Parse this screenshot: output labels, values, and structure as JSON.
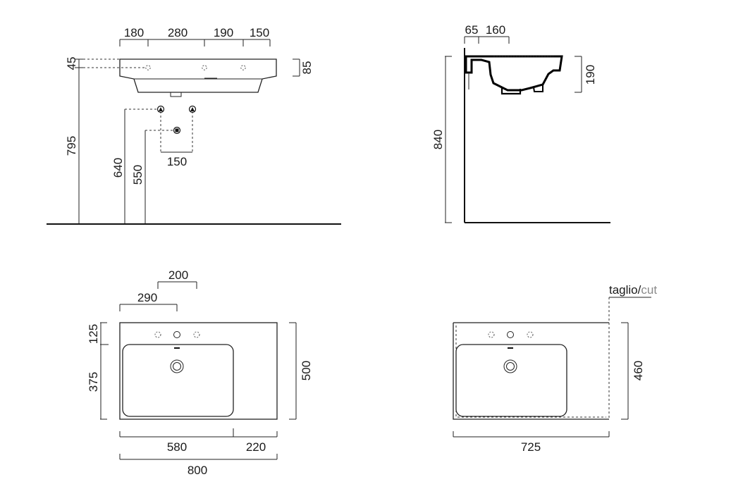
{
  "front_view": {
    "top_dims": [
      "180",
      "280",
      "190",
      "150"
    ],
    "dim_45": "45",
    "dim_85": "85",
    "dim_795": "795",
    "dim_640": "640",
    "dim_550": "550",
    "dim_150": "150"
  },
  "side_view": {
    "dim_65": "65",
    "dim_160": "160",
    "dim_190": "190",
    "dim_840": "840"
  },
  "plan_view": {
    "dim_200": "200",
    "dim_290": "290",
    "dim_125": "125",
    "dim_375": "375",
    "dim_500": "500",
    "dim_580": "580",
    "dim_220": "220",
    "dim_800": "800"
  },
  "cut_view": {
    "label_taglio": "taglio/",
    "label_cut": "cut",
    "cut_color": "#8a8a8a",
    "dim_460": "460",
    "dim_725": "725"
  }
}
